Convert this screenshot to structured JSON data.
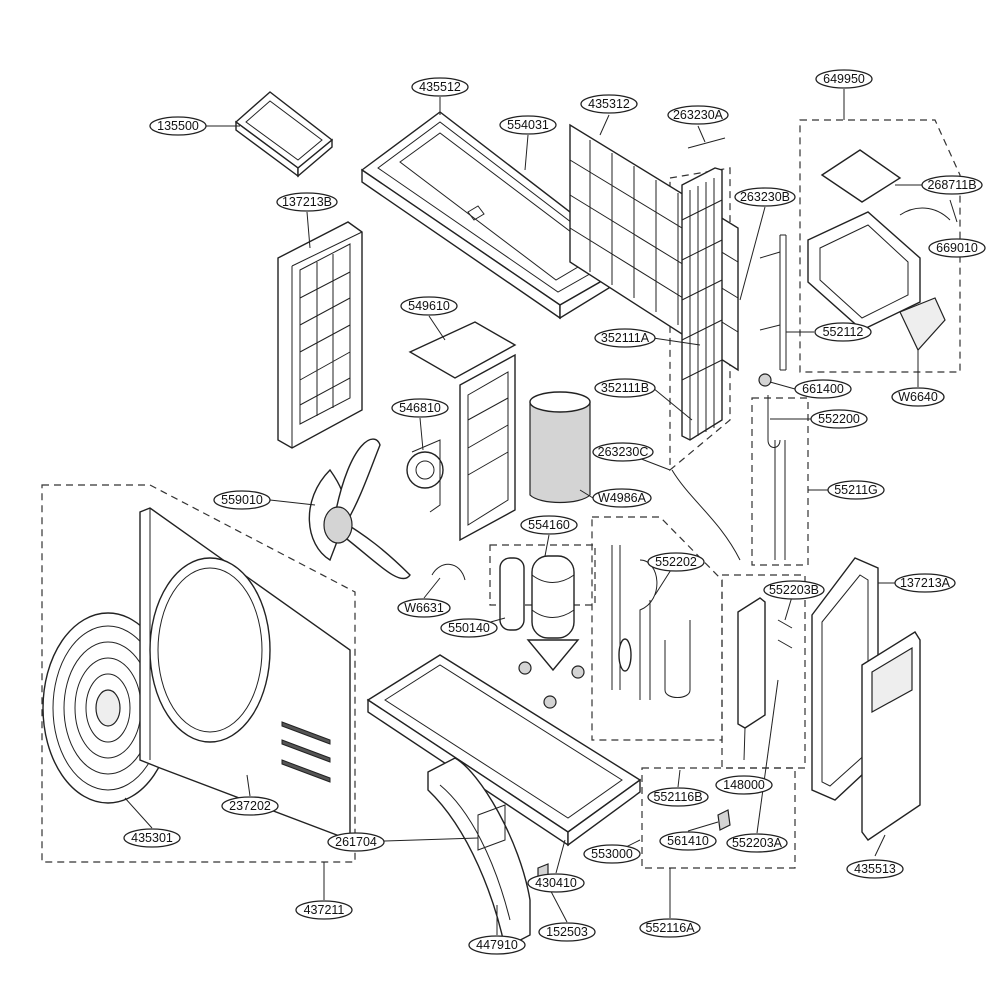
{
  "diagram": {
    "labels": {
      "p135500": "135500",
      "p435512": "435512",
      "p554031": "554031",
      "p435312": "435312",
      "p263230A": "263230A",
      "p649950": "649950",
      "p268711B": "268711B",
      "p137213B": "137213B",
      "p263230B": "263230B",
      "p669010": "669010",
      "p549610": "549610",
      "p552112": "552112",
      "p352111A": "352111A",
      "p661400": "661400",
      "p546810": "546810",
      "p352111B": "352111B",
      "pW6640": "W6640",
      "p552200": "552200",
      "p263230C": "263230C",
      "p559010": "559010",
      "pW4986A": "W4986A",
      "p55211G": "55211G",
      "p554160": "554160",
      "p552202": "552202",
      "p552203B": "552203B",
      "p137213A": "137213A",
      "pW6631": "W6631",
      "p550140": "550140",
      "p148000": "148000",
      "p552116B": "552116B",
      "p237202": "237202",
      "p435301": "435301",
      "p261704": "261704",
      "p561410": "561410",
      "p552203A": "552203A",
      "p553000": "553000",
      "p430410": "430410",
      "p435513": "435513",
      "p437211": "437211",
      "p447910": "447910",
      "p152503": "152503",
      "p552116A": "552116A"
    }
  }
}
